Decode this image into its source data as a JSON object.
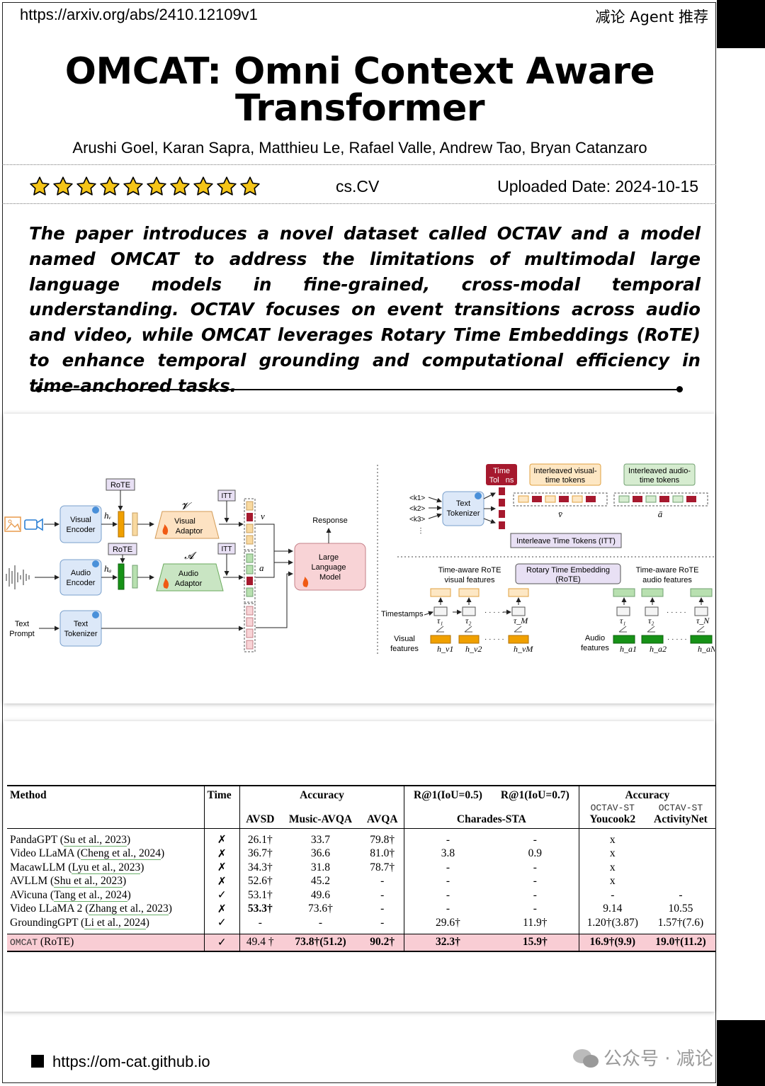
{
  "header": {
    "url": "https://arxiv.org/abs/2410.12109v1",
    "brand": "减论 Agent 推荐"
  },
  "paper": {
    "title_line1": "OMCAT: Omni Context Aware",
    "title_line2": "Transformer",
    "authors": "Arushi Goel, Karan Sapra, Matthieu Le, Rafael Valle, Andrew Tao, Bryan Catanzaro",
    "rating_stars": 10,
    "category": "cs.CV",
    "uploaded": "Uploaded Date: 2024-10-15",
    "summary": "The paper introduces a novel dataset called OCTAV and a model named OMCAT to address the limitations of multimodal large language models in fine-grained, cross-modal temporal understanding. OCTAV focuses on event transitions across audio and video, while OMCAT leverages Rotary Time Embeddings (RoTE) to enhance temporal grounding and computational efficiency in time-anchored tasks."
  },
  "figure": {
    "rote": "RoTE",
    "itt": "ITT",
    "visual_encoder_1": "Visual",
    "visual_encoder_2": "Encoder",
    "audio_encoder_1": "Audio",
    "audio_encoder_2": "Encoder",
    "text_tokenizer_1": "Text",
    "text_tokenizer_2": "Tokenizer",
    "text_prompt_1": "Text",
    "text_prompt_2": "Prompt",
    "visual_adaptor_1": "Visual",
    "visual_adaptor_2": "Adaptor",
    "audio_adaptor_1": "Audio",
    "audio_adaptor_2": "Adaptor",
    "sym_v": "𝓥",
    "sym_a": "𝓐",
    "hv": "hᵥ",
    "ha": "hₐ",
    "v_out": "v",
    "a_out": "a",
    "response": "Response",
    "llm_1": "Large",
    "llm_2": "Language",
    "llm_3": "Model",
    "time_tokens_1": "Time",
    "time_tokens_2": "Tokens",
    "ivt_1": "Interleaved visual-",
    "ivt_2": "time tokens",
    "iat_1": "Interleaved audio-",
    "iat_2": "time tokens",
    "k1": "<k1>",
    "k2": "<k2>",
    "k3": "<k3>",
    "v_bar": "v̄",
    "a_bar": "ā",
    "itt_full": "Interleave Time Tokens (ITT)",
    "tv_rote_1": "Time-aware RoTE",
    "tv_rote_2": "visual features",
    "rote_full_1": "Rotary Time Embedding",
    "rote_full_2": "(RoTE)",
    "ta_rote_1": "Time-aware RoTE",
    "ta_rote_2": "audio features",
    "timestamps": "Timestamps",
    "visual_features_1": "Visual",
    "visual_features_2": "features",
    "audio_features_1": "Audio",
    "audio_features_2": "features",
    "tau1": "τ₁",
    "tau2": "τ₂",
    "tauM": "τ_M",
    "tauN": "τ_N",
    "hv1": "h_v1",
    "hv2": "h_v2",
    "hvM": "h_vM",
    "ha1": "h_a1",
    "ha2": "h_a2",
    "haN": "h_aN",
    "dots": "· · · · ·"
  },
  "table": {
    "h_method": "Method",
    "h_time": "Time",
    "h_accuracy": "Accuracy",
    "h_r05": "R@1(IoU=0.5)",
    "h_r07": "R@1(IoU=0.7)",
    "h_accuracy2": "Accuracy",
    "h_avsd": "AVSD",
    "h_music": "Music-AVQA",
    "h_avqa": "AVQA",
    "h_charades": "Charades-STA",
    "h_octav1": "OCTAV-ST",
    "h_youcook": "Youcook2",
    "h_octav2": "OCTAV-ST",
    "h_activitynet": "ActivityNet",
    "rows": [
      [
        "PandaGPT (",
        "Su et al., 2023",
        ")",
        "✗",
        "26.1†",
        "33.7",
        "79.8†",
        "-",
        "-",
        "x",
        ""
      ],
      [
        "Video LLaMA (",
        "Cheng et al., 2024",
        ")",
        "✗",
        "36.7†",
        "36.6",
        "81.0†",
        "3.8",
        "0.9",
        "x",
        ""
      ],
      [
        "MacawLLM (",
        "Lyu et al., 2023",
        ")",
        "✗",
        "34.3†",
        "31.8",
        "78.7†",
        "-",
        "-",
        "x",
        ""
      ],
      [
        "AVLLM (",
        "Shu et al., 2023",
        ")",
        "✗",
        "52.6†",
        "45.2",
        "-",
        "-",
        "-",
        "x",
        ""
      ],
      [
        "AVicuna (",
        "Tang et al., 2024",
        ")",
        "✓",
        "53.1†",
        "49.6",
        "-",
        "-",
        "-",
        "-",
        "-"
      ],
      [
        "Video LLaMA 2 (",
        "Zhang et al., 2023",
        ")",
        "✗",
        "53.3†",
        "73.6†",
        "-",
        "-",
        "-",
        "9.14",
        "10.55"
      ],
      [
        "GroundingGPT (",
        "Li et al., 2024",
        ")",
        "✓",
        "-",
        "-",
        "-",
        "29.6†",
        "11.9†",
        "1.20†(3.87)",
        "1.57†(7.6)"
      ]
    ],
    "ours": {
      "name": "OMCAT",
      "variant": " (RoTE)",
      "time": "✓",
      "avsd": "49.4 †",
      "music": "73.8†(51.2)",
      "avqa": "90.2†",
      "r05": "32.3†",
      "r07": "15.9†",
      "youcook": "16.9†(9.9)",
      "activitynet": "19.0†(11.2)"
    }
  },
  "footer": {
    "link": "https://om-cat.github.io",
    "watermark": "公众号 · 减论"
  },
  "colors": {
    "llm_fill": "#f8d3d6",
    "blue_box": "#dce8f8",
    "adaptor_visual": "#fde2c2",
    "adaptor_audio": "#c9e5c3",
    "time_token": "#a6192e",
    "visual_token": "#f0a000",
    "audio_token": "#179217",
    "ours_row": "#f9cdd4"
  }
}
